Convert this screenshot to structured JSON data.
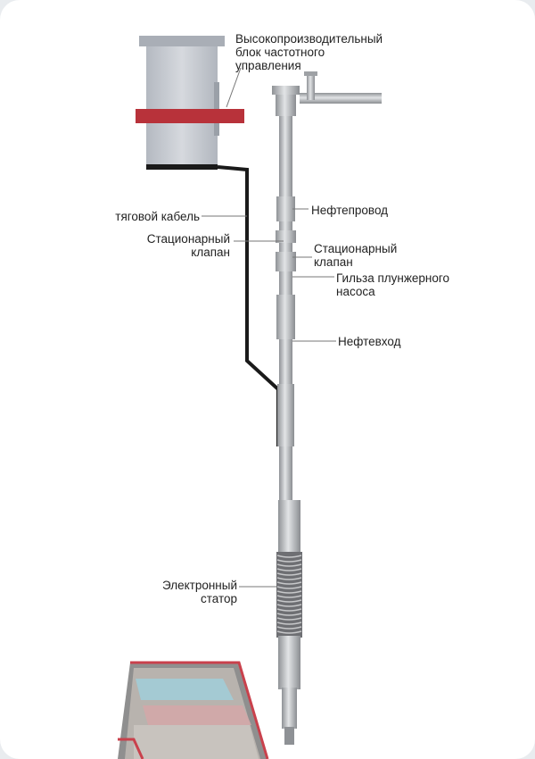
{
  "labels": {
    "vfd": "Высокопроизводительный\nблок частотного\nуправления",
    "cable": "тяговой кабель",
    "valve_left": "Стационарный\nклапан",
    "oil_pipe": "Нефтепровод",
    "valve_right": "Стационарный\nклапан",
    "sleeve": "Гильза плунжерного\nнасоса",
    "oil_inlet": "Нефтевход",
    "stator": "Электронный\nстатор"
  },
  "colors": {
    "cabinet": "#c8ccd3",
    "cabinet_top": "#a9aeb6",
    "band": "#b8323a",
    "cable": "#1a1a1a",
    "pipe": "#b9bcc0",
    "coil": "#6e6f73"
  }
}
